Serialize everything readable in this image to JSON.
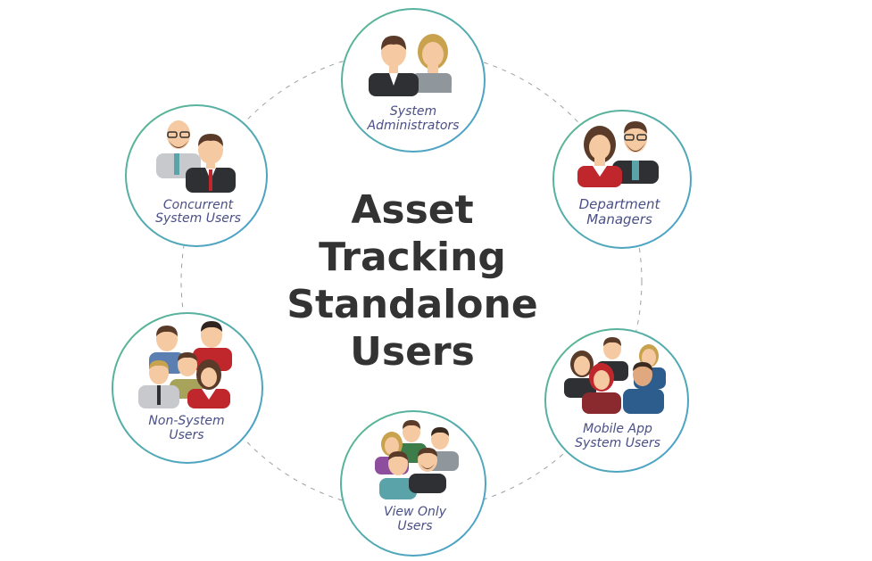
{
  "title_lines": [
    "Asset",
    "Tracking",
    "Standalone",
    "Users"
  ],
  "nodes": [
    {
      "id": "system-administrators",
      "label_lines": [
        "System",
        "Administrators"
      ]
    },
    {
      "id": "department-managers",
      "label_lines": [
        "Department",
        "Managers"
      ]
    },
    {
      "id": "mobile-app-system-users",
      "label_lines": [
        "Mobile App",
        "System Users"
      ]
    },
    {
      "id": "view-only-users",
      "label_lines": [
        "View Only",
        "Users"
      ]
    },
    {
      "id": "non-system-users",
      "label_lines": [
        "Non-System",
        "Users"
      ]
    },
    {
      "id": "concurrent-system-users",
      "label_lines": [
        "Concurrent",
        "System Users"
      ]
    }
  ],
  "colors": {
    "title": "#333333",
    "label": "#4a4f86",
    "ring_green": "#5cb88e",
    "ring_blue": "#4a9fcf",
    "connector": "#9aa0a6",
    "skin": "#f5c9a1",
    "hair_dark": "#5a3b2a",
    "hair_blond": "#c9a24e",
    "suit_dark": "#2f3033",
    "suit_gray": "#8f969c",
    "tie_red": "#c0272d",
    "jacket_red": "#c0272d",
    "jacket_blue": "#2d5d8c",
    "jacket_teal": "#5aa3a8",
    "jacket_purple": "#8e4e9e",
    "jacket_olive": "#a7a35b"
  }
}
